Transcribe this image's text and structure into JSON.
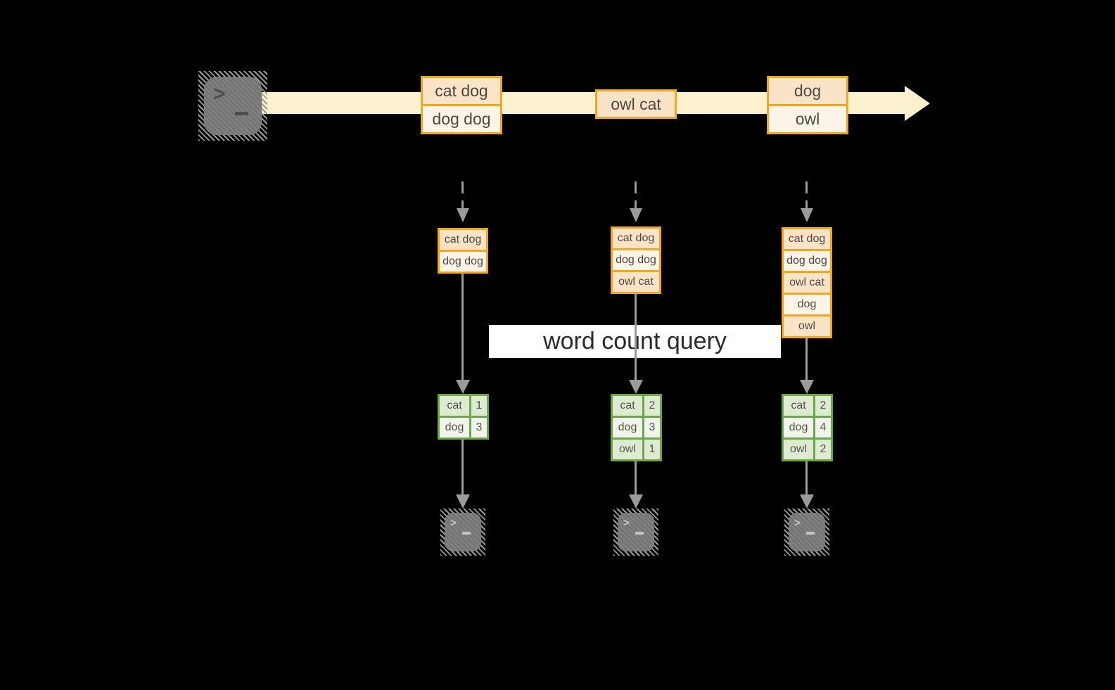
{
  "diagram": {
    "query_label": "word count query",
    "icons": {
      "source": "terminal-icon",
      "sinks": "terminal-icon",
      "prompt_chevron": ">"
    },
    "colors": {
      "background": "#000000",
      "stream_band": "#fcf1ce",
      "event_border": "#f2a81d",
      "event_fill_dark": "#fae3c6",
      "event_fill_light": "#fdf3e6",
      "table_border": "#6fa64a",
      "table_fill_dark": "#ddebd2",
      "table_fill_light": "#f0f5eb",
      "arrow_gray": "#9b9b9b",
      "query_box_bg": "#ffffff"
    },
    "stream": {
      "events": [
        "cat dog",
        "dog dog",
        "owl cat",
        "dog",
        "owl"
      ],
      "groups": [
        [
          "cat dog",
          "dog dog"
        ],
        [
          "owl cat"
        ],
        [
          "dog",
          "owl"
        ]
      ]
    },
    "columns": [
      {
        "window": [
          "cat dog",
          "dog dog"
        ],
        "counts": [
          {
            "word": "cat",
            "value": "1"
          },
          {
            "word": "dog",
            "value": "3"
          }
        ]
      },
      {
        "window": [
          "cat dog",
          "dog dog",
          "owl cat"
        ],
        "counts": [
          {
            "word": "cat",
            "value": "2"
          },
          {
            "word": "dog",
            "value": "3"
          },
          {
            "word": "owl",
            "value": "1"
          }
        ]
      },
      {
        "window": [
          "cat dog",
          "dog dog",
          "owl cat",
          "dog",
          "owl"
        ],
        "counts": [
          {
            "word": "cat",
            "value": "2"
          },
          {
            "word": "dog",
            "value": "4"
          },
          {
            "word": "owl",
            "value": "2"
          }
        ]
      }
    ]
  }
}
